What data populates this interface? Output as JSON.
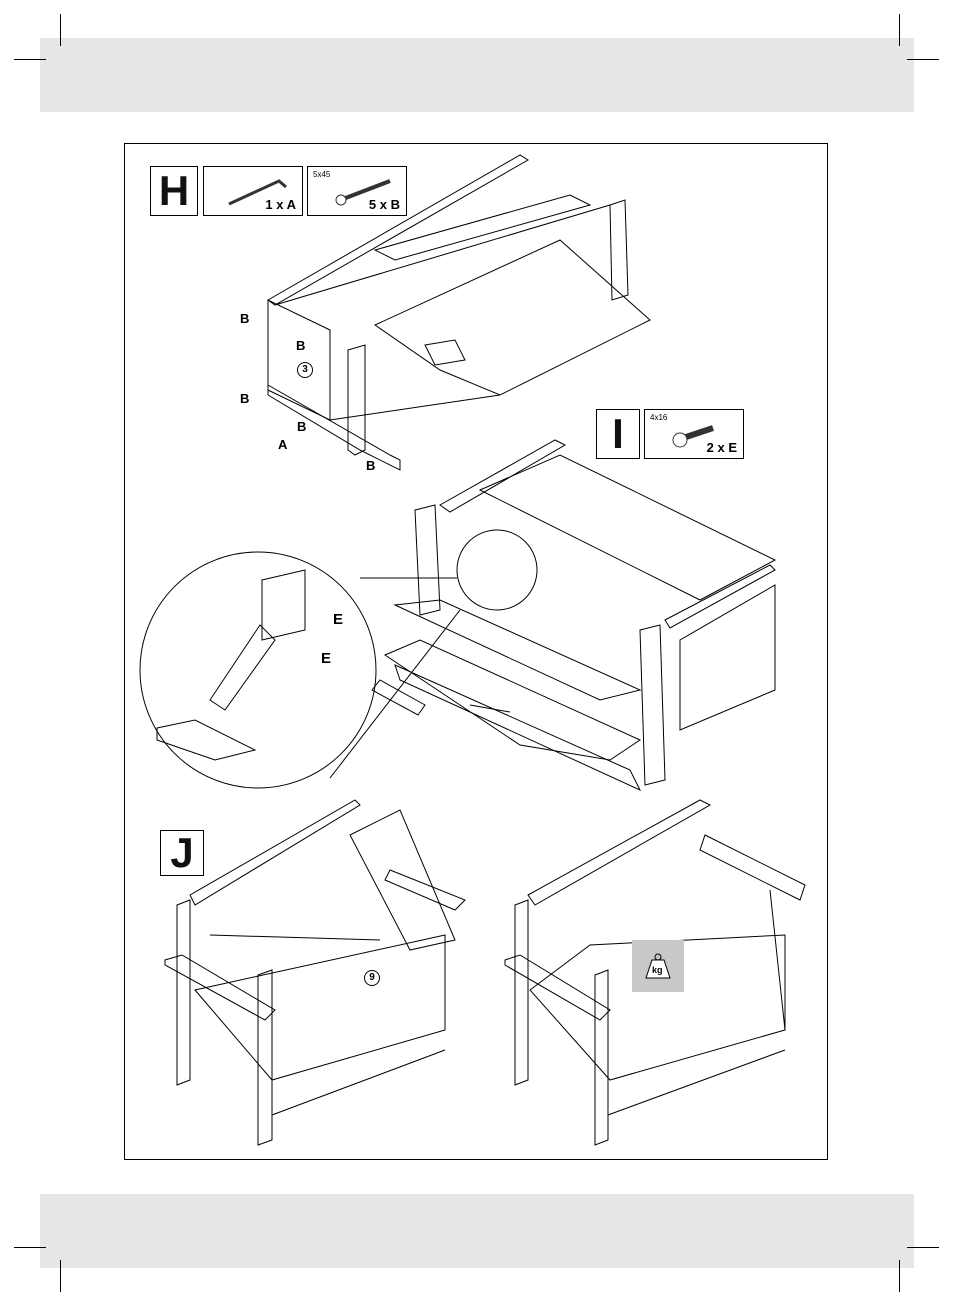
{
  "steps": {
    "H": {
      "label": "H",
      "parts": [
        {
          "qty": "1 x A"
        },
        {
          "size": "5x45",
          "qty": "5 x B"
        }
      ],
      "callout": "3",
      "part_labels": [
        "B",
        "B",
        "B",
        "B",
        "B",
        "A"
      ]
    },
    "I": {
      "label": "I",
      "parts": [
        {
          "size": "4x16",
          "qty": "2 x E"
        }
      ],
      "part_labels": [
        "E",
        "E"
      ]
    },
    "J": {
      "label": "J",
      "callout": "9",
      "weight_icon": "kg"
    }
  }
}
